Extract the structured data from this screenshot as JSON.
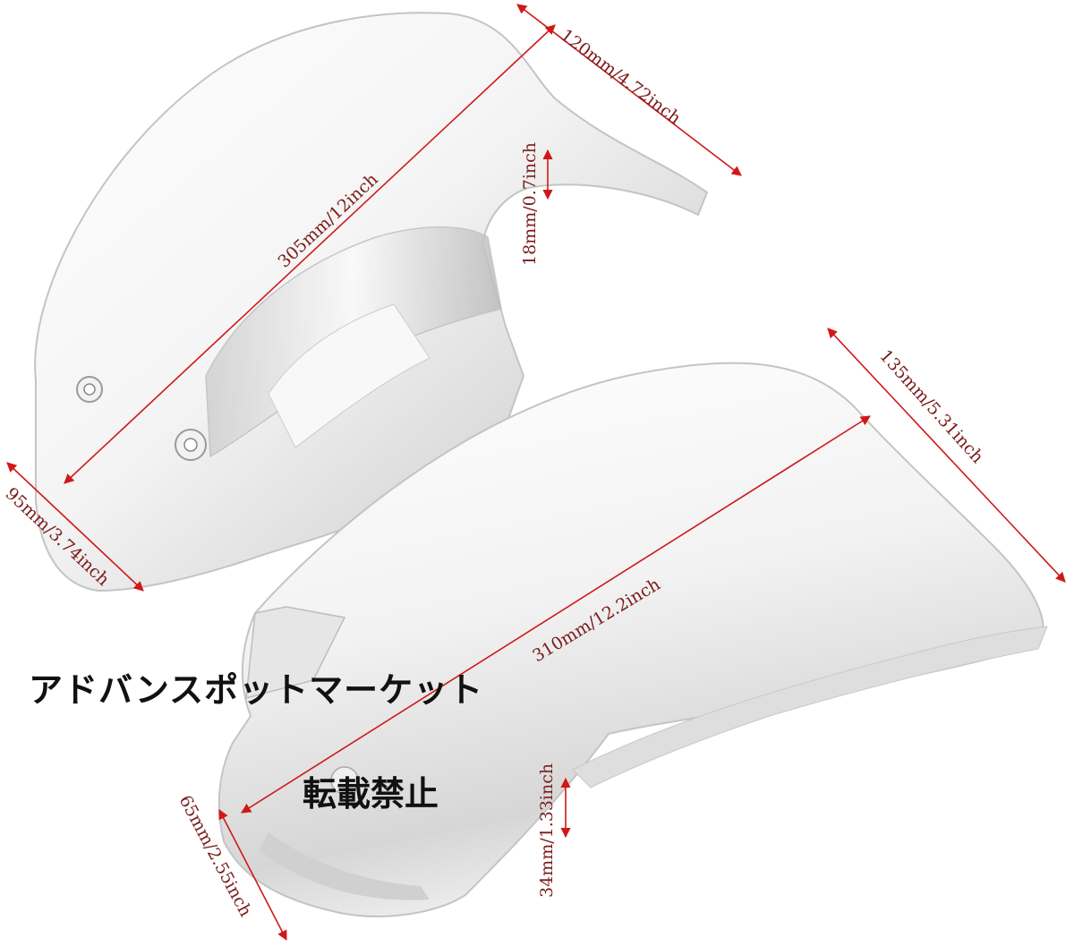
{
  "watermark": {
    "line1": "アドバンスポットマーケット",
    "line2": "転載禁止"
  },
  "dimensions": {
    "top_width": "120mm/4.72inch",
    "top_length": "305mm/12inch",
    "top_thickness": "18mm/0.7inch",
    "top_height": "95mm/3.74inch",
    "bottom_width": "135mm/5.31inch",
    "bottom_length": "310mm/12.2inch",
    "bottom_thickness": "34mm/1.33inch",
    "bottom_height": "65mm/2.55inch"
  },
  "colors": {
    "dimension_line": "#d01818",
    "chrome": "#eeeeee"
  }
}
